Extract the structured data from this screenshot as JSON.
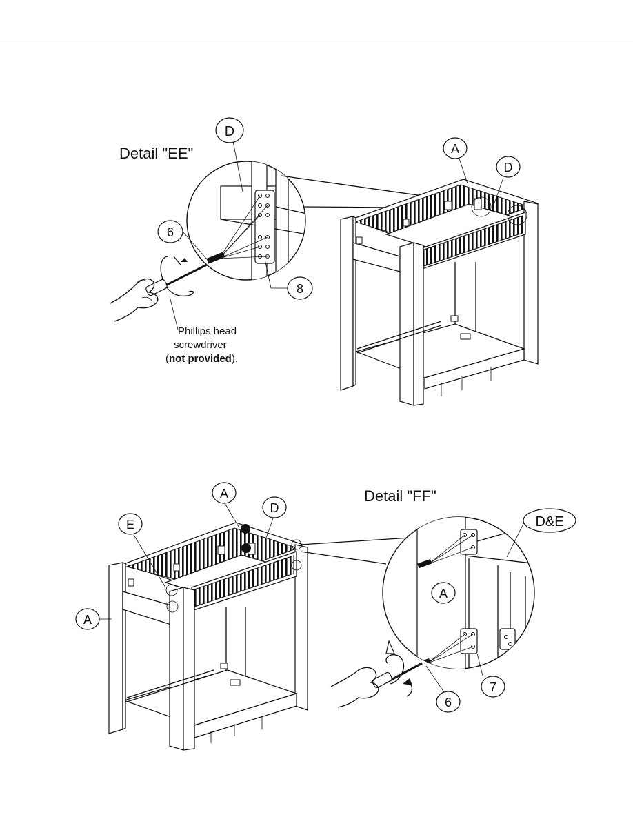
{
  "figure1": {
    "detail_title": "Detail \"EE\"",
    "callouts": {
      "d_zoom": "D",
      "a_main": "A",
      "d_main": "D",
      "screw": "6",
      "plate": "8"
    },
    "tool_line1": "Phillips head",
    "tool_line2": "screwdriver",
    "tool_open": "(",
    "tool_bold": "not provided",
    "tool_close": ")."
  },
  "figure2": {
    "detail_title": "Detail \"FF\"",
    "callouts": {
      "a_top": "A",
      "d_top": "D",
      "e_top": "E",
      "a_left": "A",
      "de": "D&E",
      "a_zoom": "A",
      "bracket": "7",
      "screw": "6"
    }
  }
}
